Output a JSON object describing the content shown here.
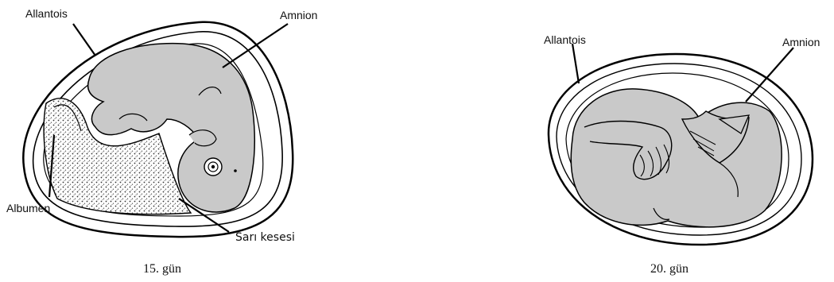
{
  "panels": [
    {
      "caption": "15. gün",
      "labels": {
        "allantois": "Allantois",
        "amnion": "Amnion",
        "albumen": "Albumen",
        "yolk_sac": "Sarı kesesi"
      }
    },
    {
      "caption": "20. gün",
      "labels": {
        "allantois": "Allantois",
        "amnion": "Amnion"
      }
    }
  ],
  "colors": {
    "embryo_fill": "#c9c9c9",
    "outline": "#000000",
    "background": "#ffffff"
  }
}
